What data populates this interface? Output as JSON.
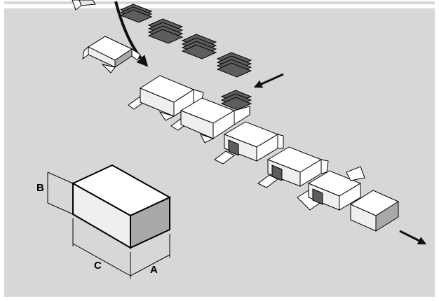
{
  "dimension_labels": {
    "height": "B",
    "length": "C",
    "width": "A"
  },
  "colors": {
    "background": "#d7d7d7",
    "frame": "#ffffff",
    "stack_fill": "#5d5d5d",
    "carton_top": "#ffffff",
    "carton_front": "#efefef",
    "carton_side": "#a9a9a9",
    "arrow": "#111111"
  },
  "icons": [
    "curved-arrow-icon",
    "straight-arrow-icon"
  ]
}
